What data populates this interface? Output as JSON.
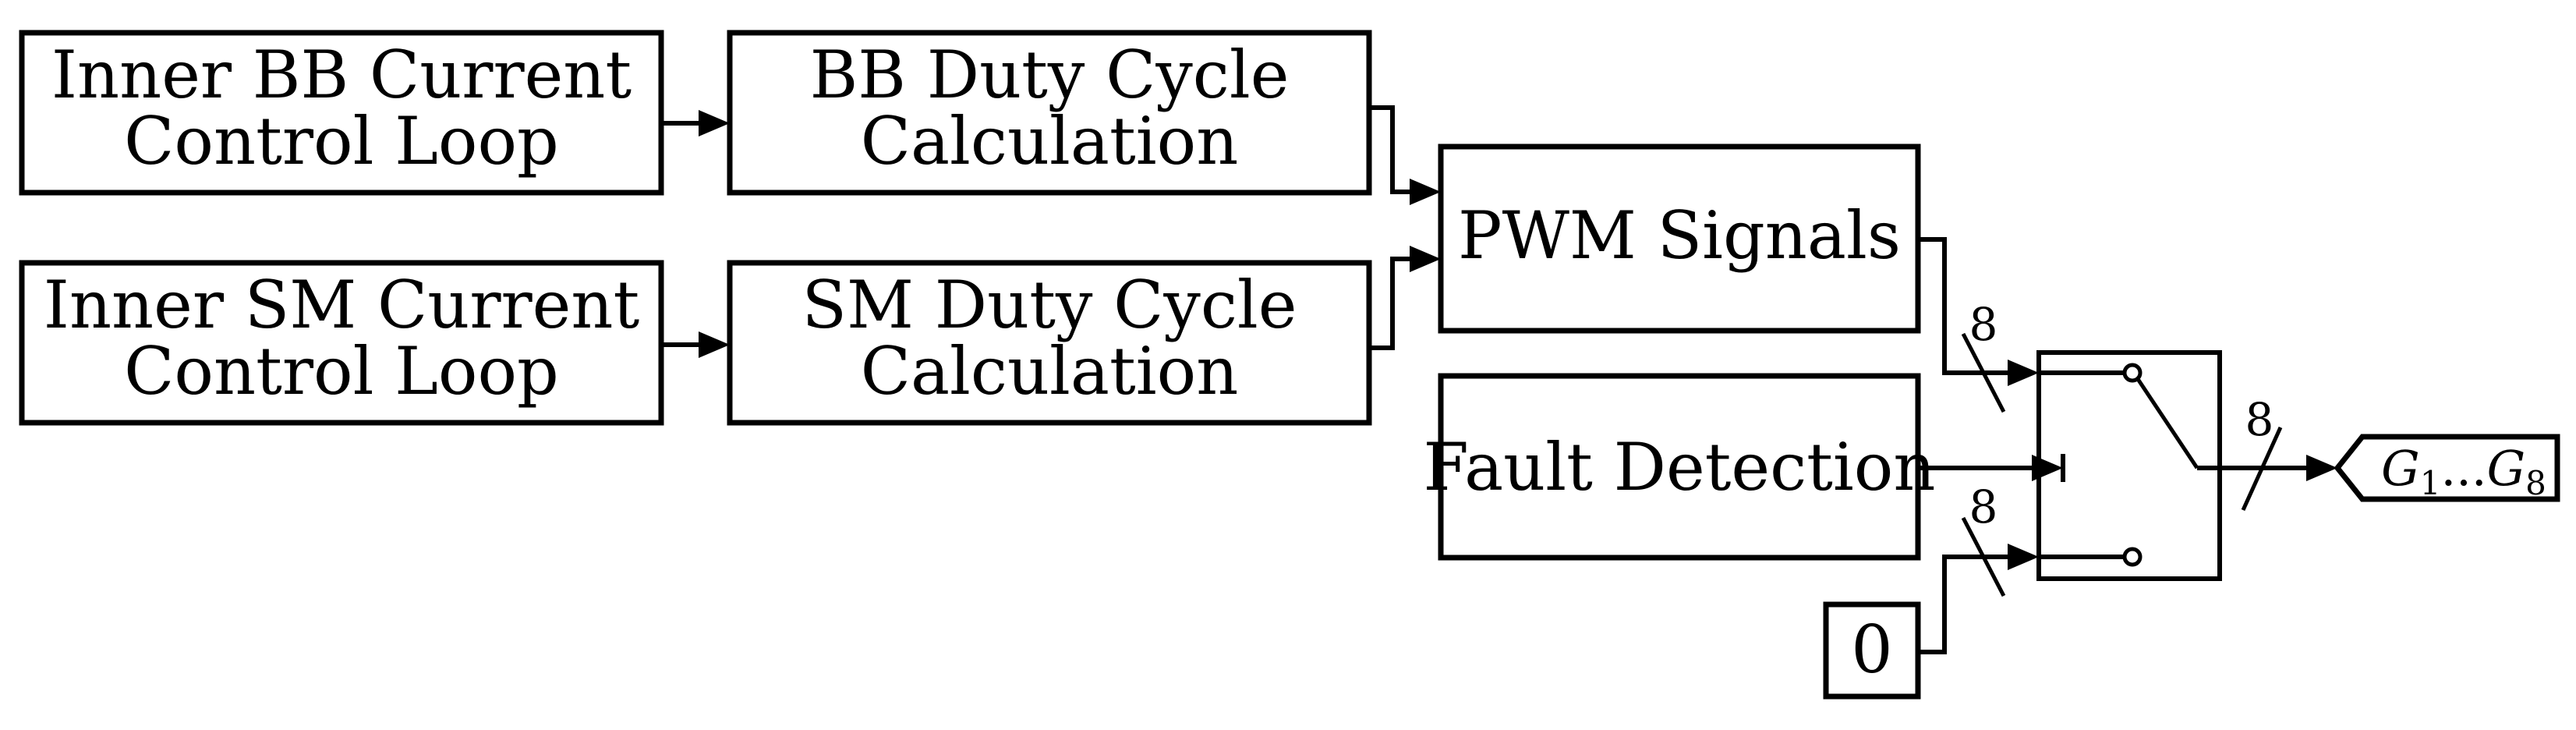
{
  "blocks": {
    "bb_loop": {
      "line1": "Inner BB Current",
      "line2": "Control Loop"
    },
    "bb_duty": {
      "line1": "BB Duty Cycle",
      "line2": "Calculation"
    },
    "sm_loop": {
      "line1": "Inner SM Current",
      "line2": "Control Loop"
    },
    "sm_duty": {
      "line1": "SM Duty Cycle",
      "line2": "Calculation"
    },
    "pwm": {
      "label": "PWM Signals"
    },
    "fault": {
      "label": "Fault Detection"
    },
    "zero": {
      "label": "0"
    }
  },
  "bus_widths": {
    "pwm_bus": "8",
    "zero_bus": "8",
    "output_bus": "8"
  },
  "output_port": {
    "g_first": "G",
    "g_first_sub": "1",
    "ellipsis": "...",
    "g_last": "G",
    "g_last_sub": "8"
  }
}
